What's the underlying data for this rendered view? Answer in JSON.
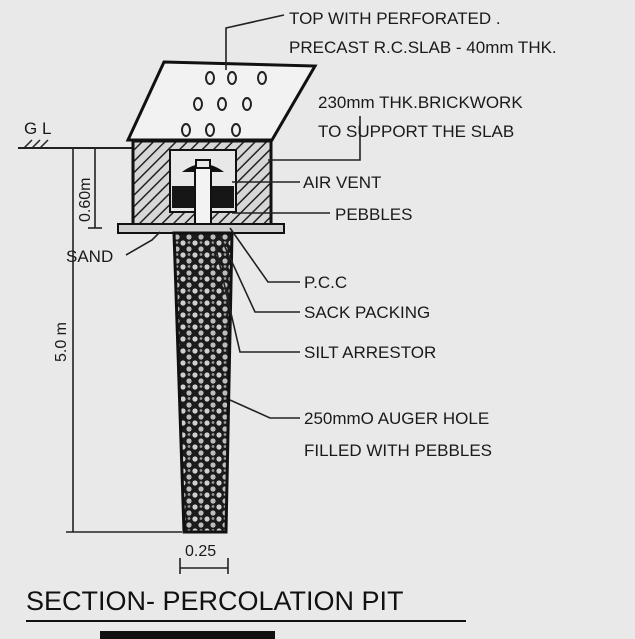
{
  "title": "SECTION- PERCOLATION PIT",
  "labels": {
    "top_slab_line1": "TOP WITH PERFORATED .",
    "top_slab_line2": "PRECAST R.C.SLAB - 40mm THK.",
    "brick_line1": "230mm THK.BRICKWORK",
    "brick_line2": "TO SUPPORT THE SLAB",
    "air_vent": "AIR VENT",
    "pebbles": "PEBBLES",
    "pcc": "P.C.C",
    "sack_packing": "SACK PACKING",
    "silt_arrestor": "SILT ARRESTOR",
    "auger_line1": "250mmO AUGER HOLE",
    "auger_line2": "FILLED WITH PEBBLES",
    "sand": "SAND",
    "gl": "G L"
  },
  "dimensions": {
    "pit_depth": "0.60m",
    "hole_depth": "5.0 m",
    "hole_width": "0.25"
  },
  "colors": {
    "background": "#e9e9e9",
    "ink": "#1a1a1a"
  }
}
